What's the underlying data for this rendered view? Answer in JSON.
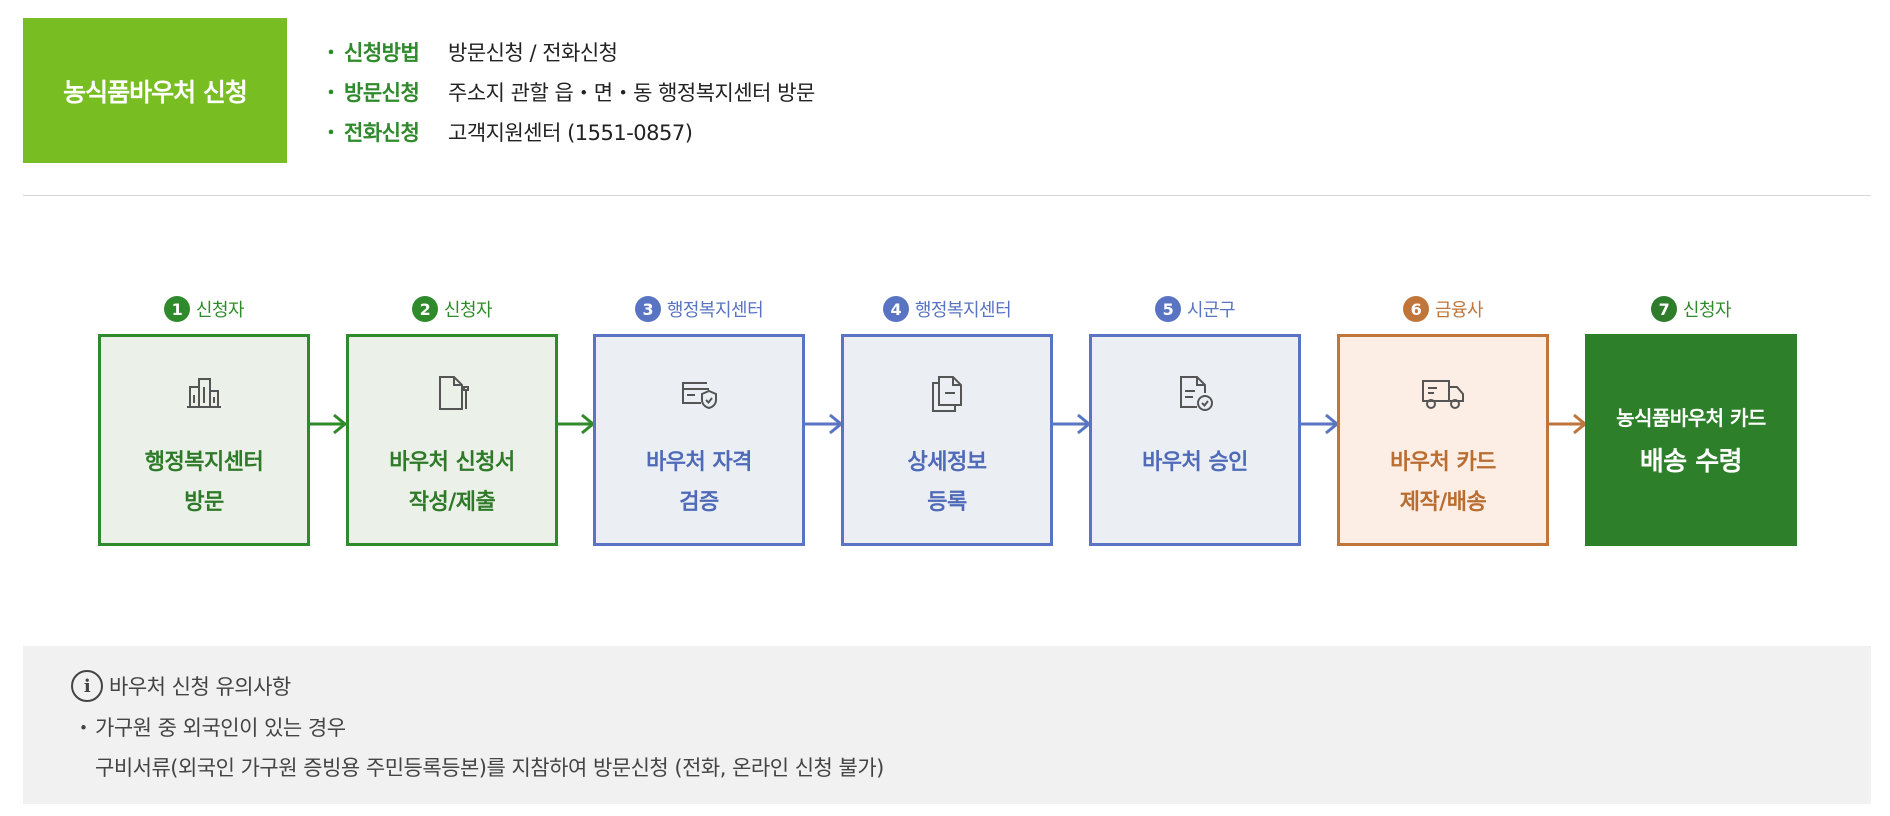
{
  "header": {
    "badge": "농식품바우처 신청",
    "methods": [
      {
        "key": "신청방법",
        "value": "방문신청 / 전화신청"
      },
      {
        "key": "방문신청",
        "value": "주소지 관할 읍・면・동 행정복지센터 방문"
      },
      {
        "key": "전화신청",
        "value": "고객지원센터 (1551-0857)"
      }
    ],
    "bullet": "・"
  },
  "colors": {
    "badge": "#78bd22",
    "green": "#2f8a2b",
    "blue": "#5874c2",
    "orange": "#c0763b",
    "final": "#2d7f2a",
    "notice_bg": "#f1f1f1"
  },
  "steps": [
    {
      "num": "1",
      "actor": "신청자",
      "label_line1": "행정복지센터",
      "label_line2": "방문",
      "icon": "building-icon"
    },
    {
      "num": "2",
      "actor": "신청자",
      "label_line1": "바우처 신청서",
      "label_line2": "작성/제출",
      "icon": "document-pen-icon"
    },
    {
      "num": "3",
      "actor": "행정복지센터",
      "label_line1": "바우처 자격",
      "label_line2": "검증",
      "icon": "card-shield-icon"
    },
    {
      "num": "4",
      "actor": "행정복지센터",
      "label_line1": "상세정보",
      "label_line2": "등록",
      "icon": "documents-icon"
    },
    {
      "num": "5",
      "actor": "시군구",
      "label_line1": "바우처 승인",
      "label_line2": "",
      "icon": "document-check-icon"
    },
    {
      "num": "6",
      "actor": "금융사",
      "label_line1": "바우처 카드",
      "label_line2": "제작/배송",
      "icon": "delivery-truck-icon"
    },
    {
      "num": "7",
      "actor": "신청자",
      "label_line1": "농식품바우처 카드",
      "label_line2": "배송 수령",
      "icon": ""
    }
  ],
  "notice": {
    "icon": "info-icon",
    "icon_glyph": "i",
    "title": "바우처 신청 유의사항",
    "bullet": "・",
    "line1": "가구원 중 외국인이 있는 경우",
    "line2": "구비서류(외국인 가구원 증빙용 주민등록등본)를 지참하여 방문신청 (전화, 온라인 신청 불가)"
  }
}
